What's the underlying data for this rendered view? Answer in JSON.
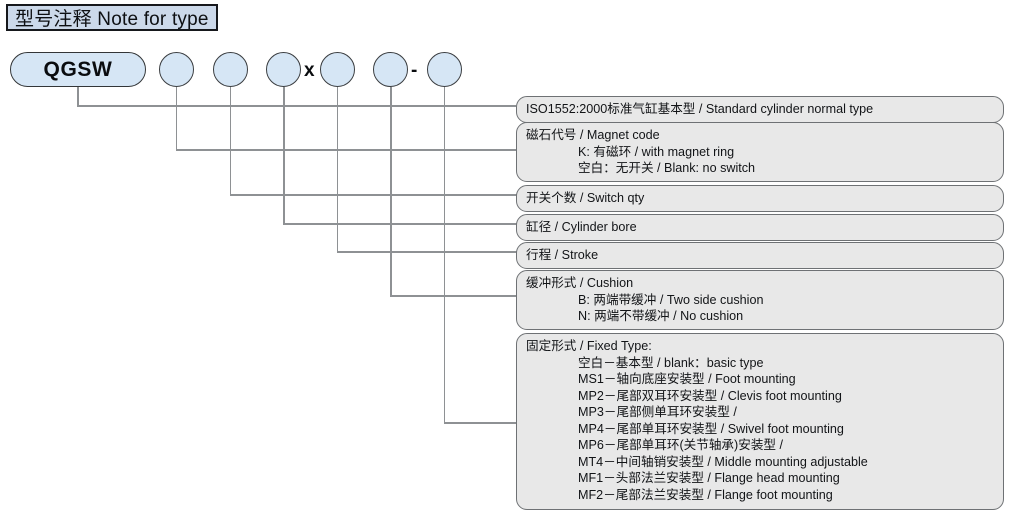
{
  "title": "型号注释 Note for type",
  "code": {
    "prefix": "QGSW",
    "multiply_symbol": "x",
    "dash_symbol": "-",
    "bubbles": [
      "",
      "",
      "",
      "",
      "",
      ""
    ]
  },
  "legend": [
    {
      "id": "standard-cylinder",
      "lines": [
        {
          "text": "ISO1552:2000标准气缸基本型 / Standard cylinder normal type",
          "indent": false
        }
      ]
    },
    {
      "id": "magnet-code",
      "lines": [
        {
          "text": "磁石代号 / Magnet code",
          "indent": false
        },
        {
          "text": "K: 有磁环 / with magnet ring",
          "indent": true
        },
        {
          "text": "空白：无开关 / Blank: no switch",
          "indent": true
        }
      ]
    },
    {
      "id": "switch-qty",
      "lines": [
        {
          "text": "开关个数 / Switch qty",
          "indent": false
        }
      ]
    },
    {
      "id": "cylinder-bore",
      "lines": [
        {
          "text": "缸径 / Cylinder bore",
          "indent": false
        }
      ]
    },
    {
      "id": "stroke",
      "lines": [
        {
          "text": "行程 / Stroke",
          "indent": false
        }
      ]
    },
    {
      "id": "cushion",
      "lines": [
        {
          "text": "缓冲形式 / Cushion",
          "indent": false
        },
        {
          "text": "B: 两端带缓冲 / Two side cushion",
          "indent": true
        },
        {
          "text": "N: 两端不带缓冲 / No cushion",
          "indent": true
        }
      ]
    },
    {
      "id": "fixed-type",
      "lines": [
        {
          "text": "固定形式 / Fixed Type:",
          "indent": false
        },
        {
          "text": "空白－基本型 / blank：basic type",
          "indent": true
        },
        {
          "text": "MS1－轴向底座安装型 / Foot mounting",
          "indent": true
        },
        {
          "text": "MP2－尾部双耳环安装型 / Clevis foot mounting",
          "indent": true
        },
        {
          "text": "MP3－尾部侧单耳环安装型 /",
          "indent": true
        },
        {
          "text": "MP4－尾部单耳环安装型 / Swivel foot mounting",
          "indent": true
        },
        {
          "text": "MP6－尾部单耳环(关节轴承)安装型 /",
          "indent": true
        },
        {
          "text": "MT4－中间轴销安装型 / Middle mounting adjustable",
          "indent": true
        },
        {
          "text": "MF1－头部法兰安装型 / Flange head mounting",
          "indent": true
        },
        {
          "text": "MF2－尾部法兰安装型 / Flange foot mounting",
          "indent": true
        }
      ]
    }
  ],
  "colors": {
    "bubble_fill": "#d6e6f5",
    "bubble_stroke": "#3a3d40",
    "title_fill": "#ccd9ea",
    "title_stroke": "#16181c",
    "desc_fill": "#e8e8e8",
    "desc_stroke": "#6e7174",
    "connector": "#8e9194"
  }
}
